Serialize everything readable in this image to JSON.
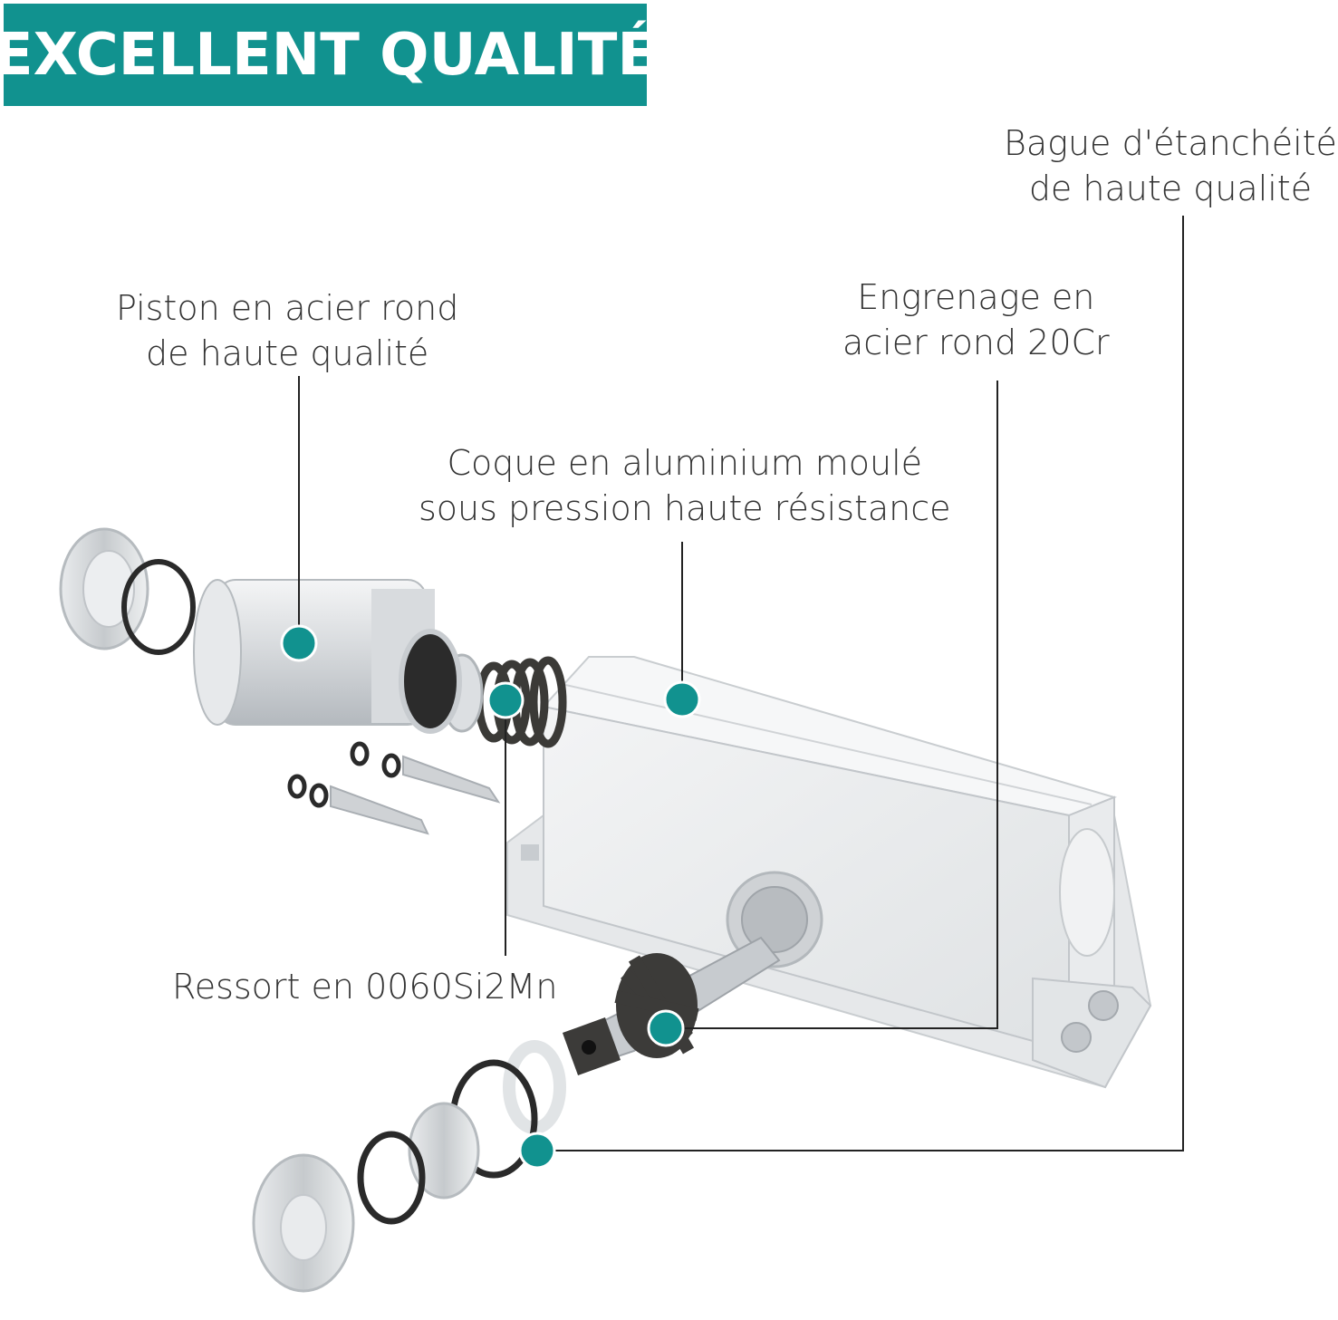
{
  "banner": {
    "text": "EXCELLENT QUALITÉ"
  },
  "labels": {
    "seal": {
      "line1": "Bague d'étanchéité",
      "line2": "de haute qualité"
    },
    "piston": {
      "line1": "Piston en acier rond",
      "line2": "de haute qualité"
    },
    "gear": {
      "line1": "Engrenage en",
      "line2": "acier rond 20Cr"
    },
    "shell": {
      "line1": "Coque en aluminium moulé",
      "line2": "sous pression haute résistance"
    },
    "spring": {
      "line1": "Ressort en 0060Si2Mn"
    }
  },
  "colors": {
    "accent": "#11928f",
    "text": "#333333",
    "leader": "#222222",
    "metal": "#d9dcdf",
    "metal_dark": "#a9aeb3",
    "rubber": "#2a2a2a"
  }
}
